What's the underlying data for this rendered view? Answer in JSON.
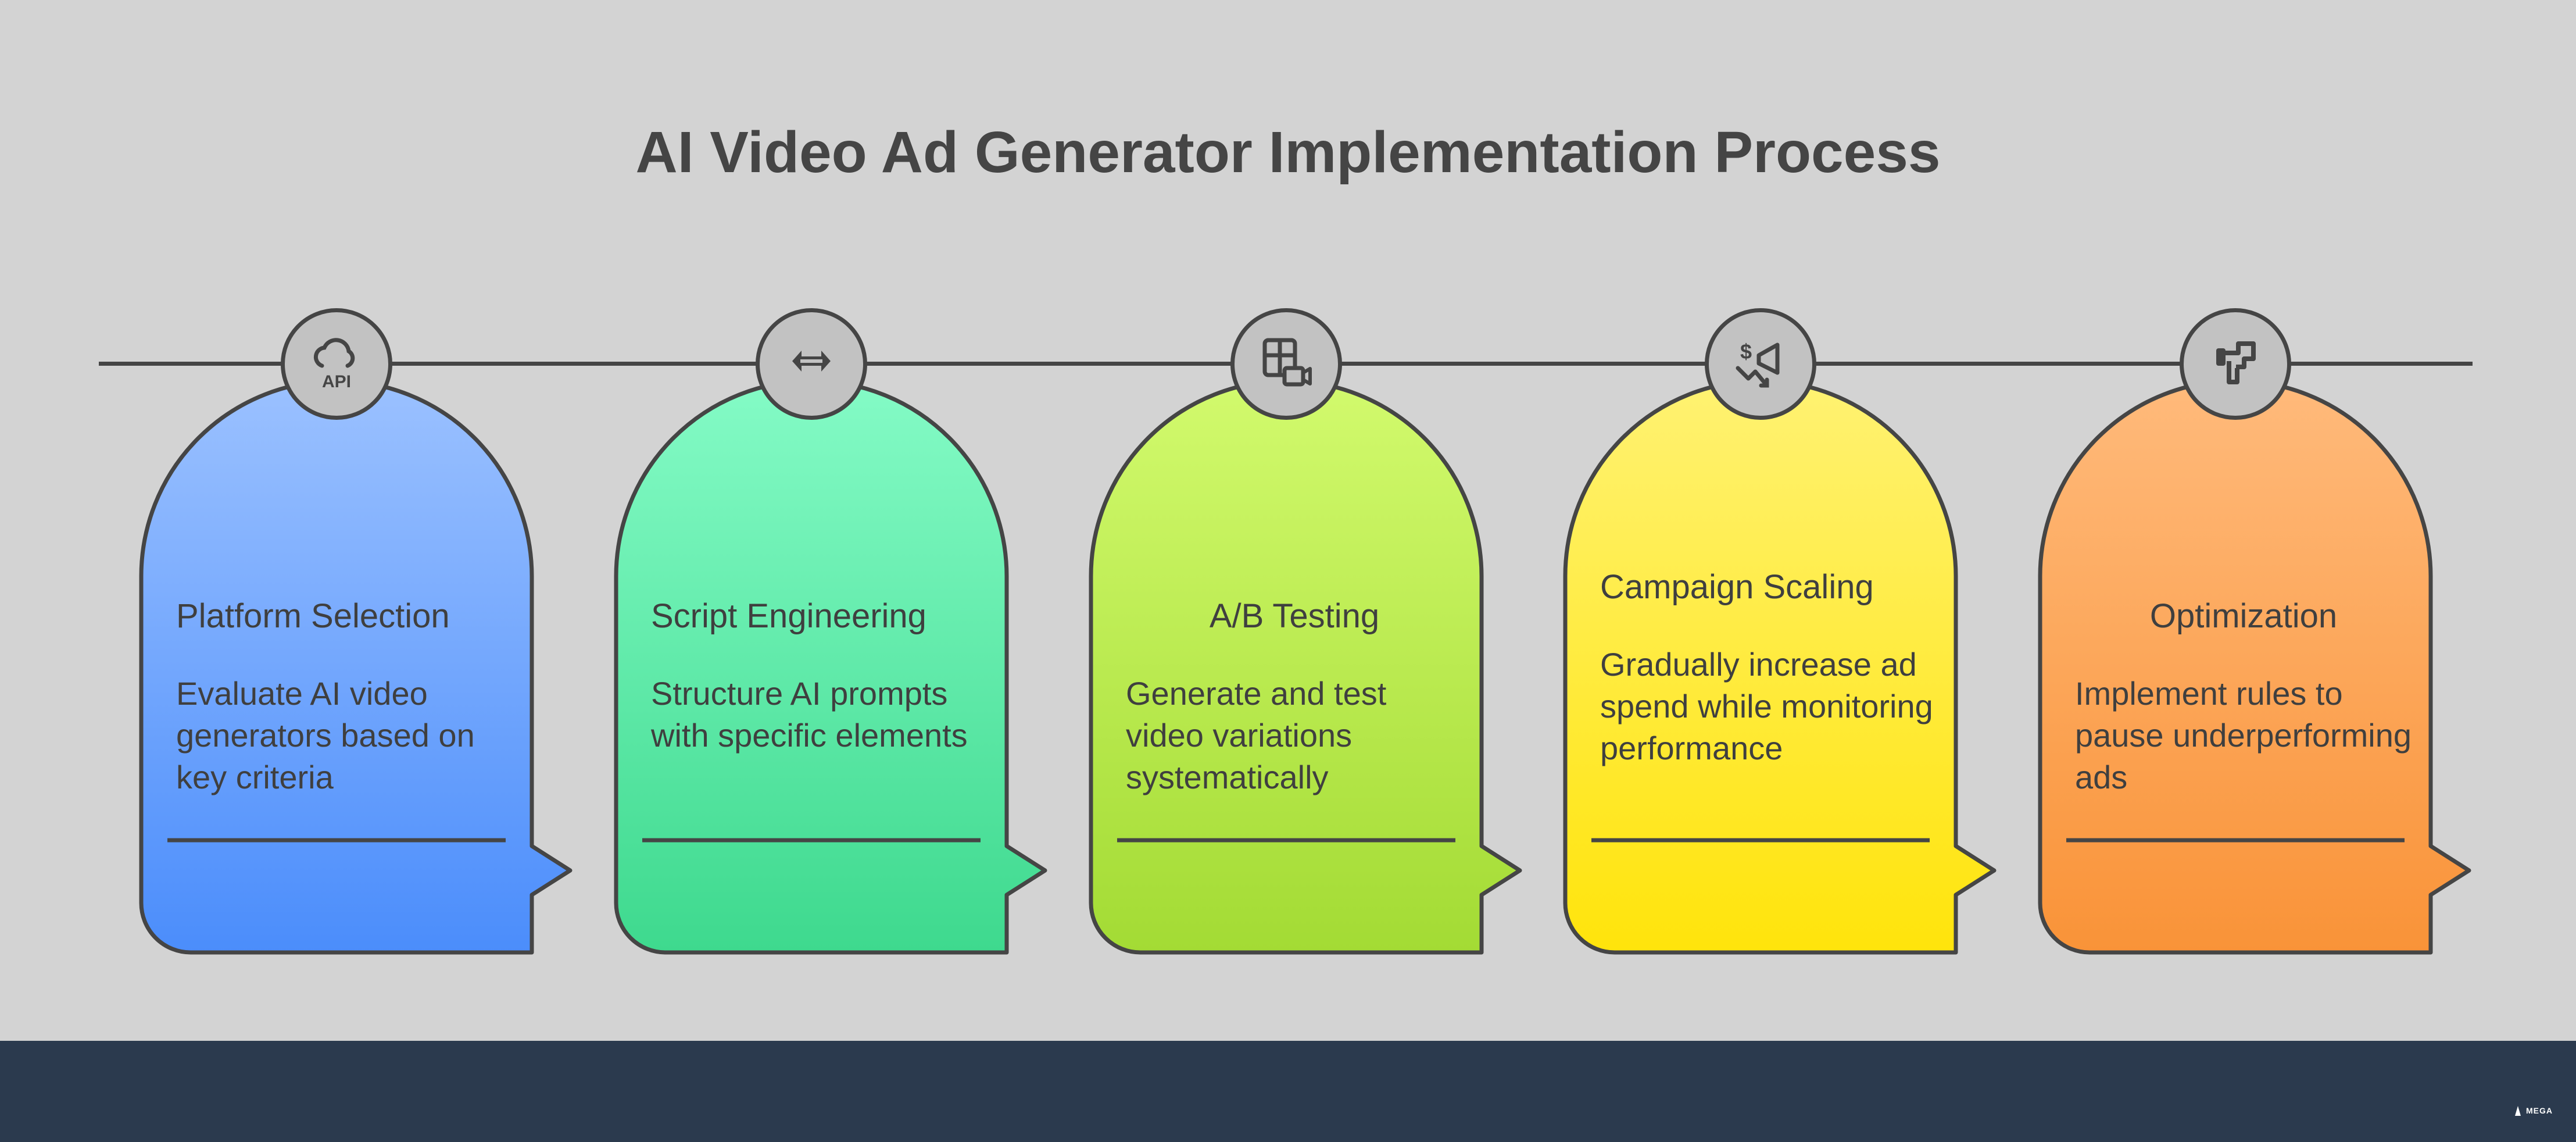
{
  "title": "AI Video Ad Generator Implementation Process",
  "steps": [
    {
      "title": "Platform Selection",
      "description": "Evaluate AI video generators based on key criteria",
      "icon": "api-cloud-icon",
      "color_top": "#9bc1ff",
      "color_bottom": "#4b8dfb"
    },
    {
      "title": "Script Engineering",
      "description": "Structure AI prompts with specific elements",
      "icon": "swap-arrows-icon",
      "color_top": "#84fbc6",
      "color_bottom": "#3ed98e"
    },
    {
      "title": "A/B Testing",
      "description": "Generate and test video variations systematically",
      "icon": "layout-video-icon",
      "color_top": "#d2fa6d",
      "color_bottom": "#a3db34"
    },
    {
      "title": "Campaign Scaling",
      "description": "Gradually increase ad spend while monitoring performance",
      "icon": "money-megaphone-icon",
      "color_top": "#fff272",
      "color_bottom": "#ffe40b"
    },
    {
      "title": "Optimization",
      "description": "Implement rules to pause underperforming ads",
      "icon": "pipe-tool-icon",
      "color_top": "#ffba7b",
      "color_bottom": "#f99338"
    }
  ],
  "footer": {
    "brand": "MEGA"
  }
}
